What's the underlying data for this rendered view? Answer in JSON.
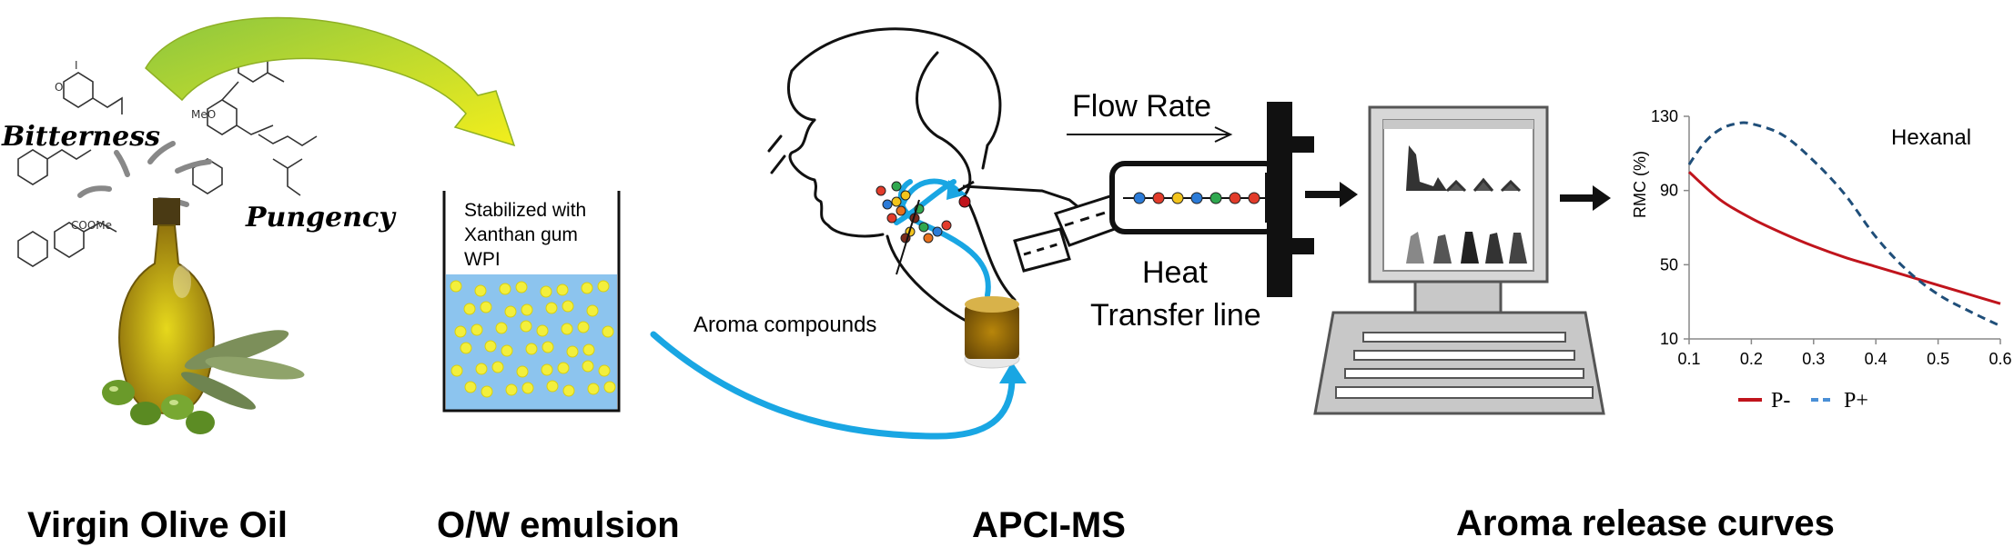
{
  "olive_oil": {
    "bitterness": "Bitterness",
    "pungency": "Pungency"
  },
  "emulsion": {
    "note_line1": "Stabilized with",
    "note_line2": "Xanthan gum",
    "note_line3": "WPI"
  },
  "apci": {
    "aroma_label": "Aroma compounds",
    "flow_rate": "Flow Rate",
    "heat_line1": "Heat",
    "heat_line2": "Transfer line"
  },
  "captions": {
    "virgin_olive_oil": "Virgin Olive Oil",
    "ow_emulsion": "O/W emulsion",
    "apci_ms": "APCI-MS",
    "aroma_release_curves": "Aroma release curves"
  },
  "colors": {
    "olive_arrow": "#b9d42a",
    "breath_arrow": "#19a6e3",
    "emulsion_fill": "#8cc4ee",
    "droplet": "#f3ef3c",
    "series_p_minus": "#c0141c",
    "series_p_plus": "#1f4e79"
  },
  "chart_data": {
    "type": "line",
    "title": "Hexanal",
    "xlabel": "",
    "ylabel": "RMC (%)",
    "xlim": [
      0.1,
      0.6
    ],
    "ylim": [
      10,
      130
    ],
    "x_ticks": [
      "0.1",
      "0.2",
      "0.3",
      "0.4",
      "0.5",
      "0.6"
    ],
    "y_ticks": [
      "10",
      "50",
      "90",
      "130"
    ],
    "legend_position": "bottom",
    "series": [
      {
        "name": "P-",
        "style": "solid",
        "x": [
          0.1,
          0.15,
          0.2,
          0.25,
          0.3,
          0.35,
          0.4,
          0.45,
          0.5,
          0.55,
          0.6
        ],
        "y": [
          100,
          85,
          75,
          67,
          60,
          54,
          49,
          44,
          39,
          34,
          29
        ]
      },
      {
        "name": "P+",
        "style": "dashed",
        "x": [
          0.1,
          0.125,
          0.15,
          0.175,
          0.2,
          0.25,
          0.3,
          0.35,
          0.4,
          0.45,
          0.5,
          0.55,
          0.6
        ],
        "y": [
          104,
          116,
          123,
          126,
          126,
          120,
          106,
          88,
          65,
          47,
          34,
          25,
          17
        ]
      }
    ]
  }
}
